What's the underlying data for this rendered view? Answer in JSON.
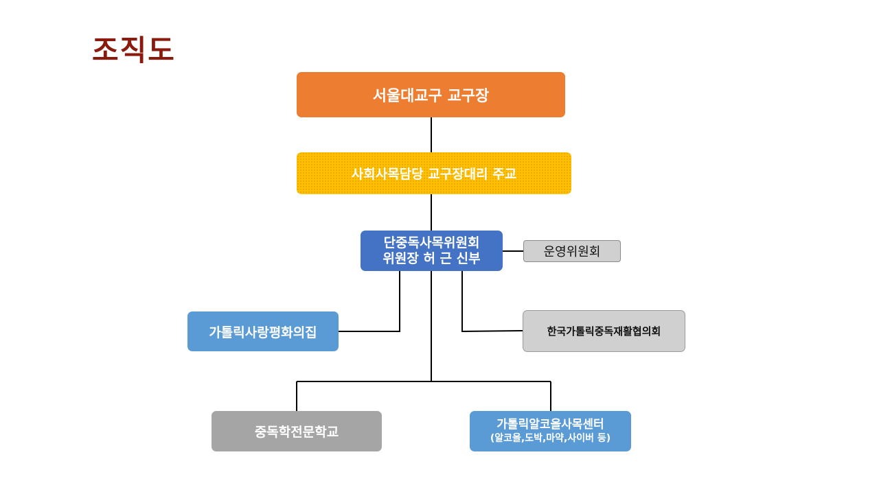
{
  "page_title": "조직도",
  "nodes": {
    "archbishop": "서울대교구 교구장",
    "vicar": "사회사목담당 교구장대리 주교",
    "committee": {
      "line1": "단중독사목위원회",
      "line2": "위원장 허 근 신부"
    },
    "operations_committee": "운영위원회",
    "peace_house": "가톨릭사랑평화의집",
    "korea_council": "한국가톨릭중독재활협의회",
    "school": "중독학전문학교",
    "center": {
      "line1": "가톨릭알코올사목센터",
      "line2": "(알코올,도박,마약,사이버 등)"
    }
  },
  "colors": {
    "title": "#8B1A0E",
    "archbishop": "#ED7D31",
    "vicar": "#FFC000",
    "committee": "#4472C4",
    "light_blue": "#5B9BD5",
    "gray": "#A5A5A5",
    "light_gray": "#D0D0D0"
  }
}
